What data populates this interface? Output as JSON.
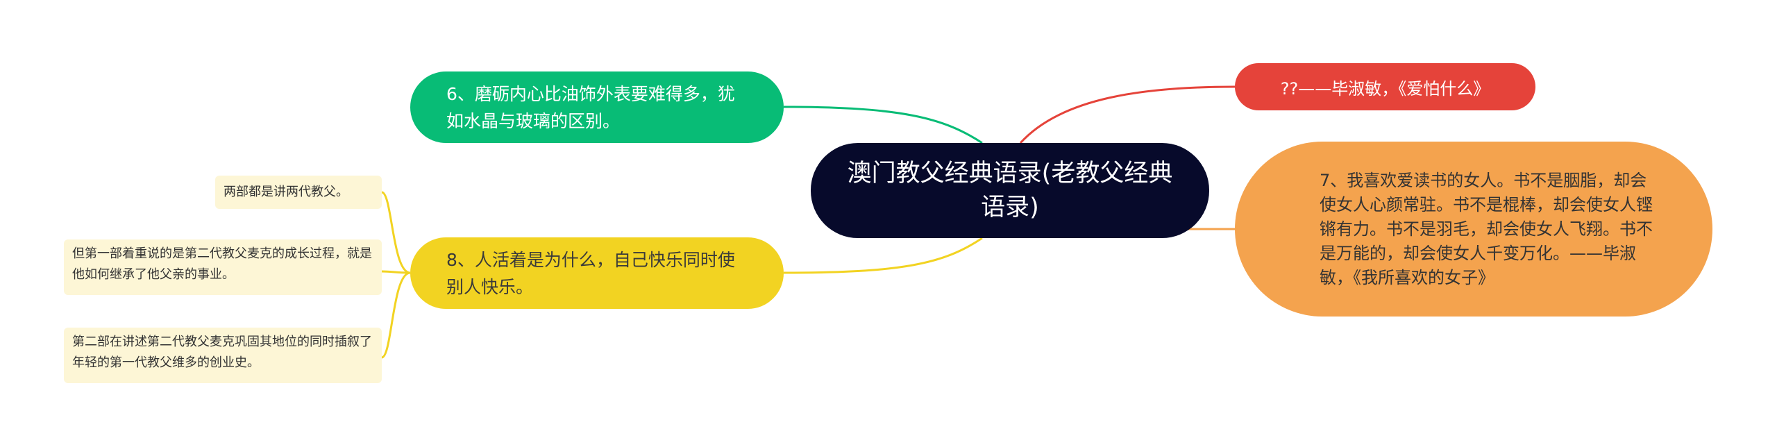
{
  "central": {
    "text": "澳门教父经典语录(老教父经典语录)"
  },
  "branches": {
    "b6": {
      "text": "6、磨砺内心比油饰外表要难得多，犹如水晶与玻璃的区别。"
    },
    "b8": {
      "text": "8、人活着是为什么，自己快乐同时使别人快乐。",
      "children": [
        "两部都是讲两代教父。",
        "但第一部着重说的是第二代教父麦克的成长过程，就是他如何继承了他父亲的事业。",
        "第二部在讲述第二代教父麦克巩固其地位的同时插叙了年轻的第一代教父维多的创业史。"
      ]
    },
    "bq": {
      "text": "??——毕淑敏，《爱怕什么》"
    },
    "b7": {
      "text": "7、我喜欢爱读书的女人。书不是胭脂，却会使女人心颜常驻。书不是棍棒，却会使女人铿锵有力。书不是羽毛，却会使女人飞翔。书不是万能的，却会使女人千变万化。——毕淑敏，《我所喜欢的女子》"
    }
  },
  "colors": {
    "central": "#070a2b",
    "b6": "#08bc76",
    "b8": "#f2d322",
    "bq": "#e5433a",
    "b7": "#f4a34e",
    "leaf_bg": "#fdf6d6"
  }
}
